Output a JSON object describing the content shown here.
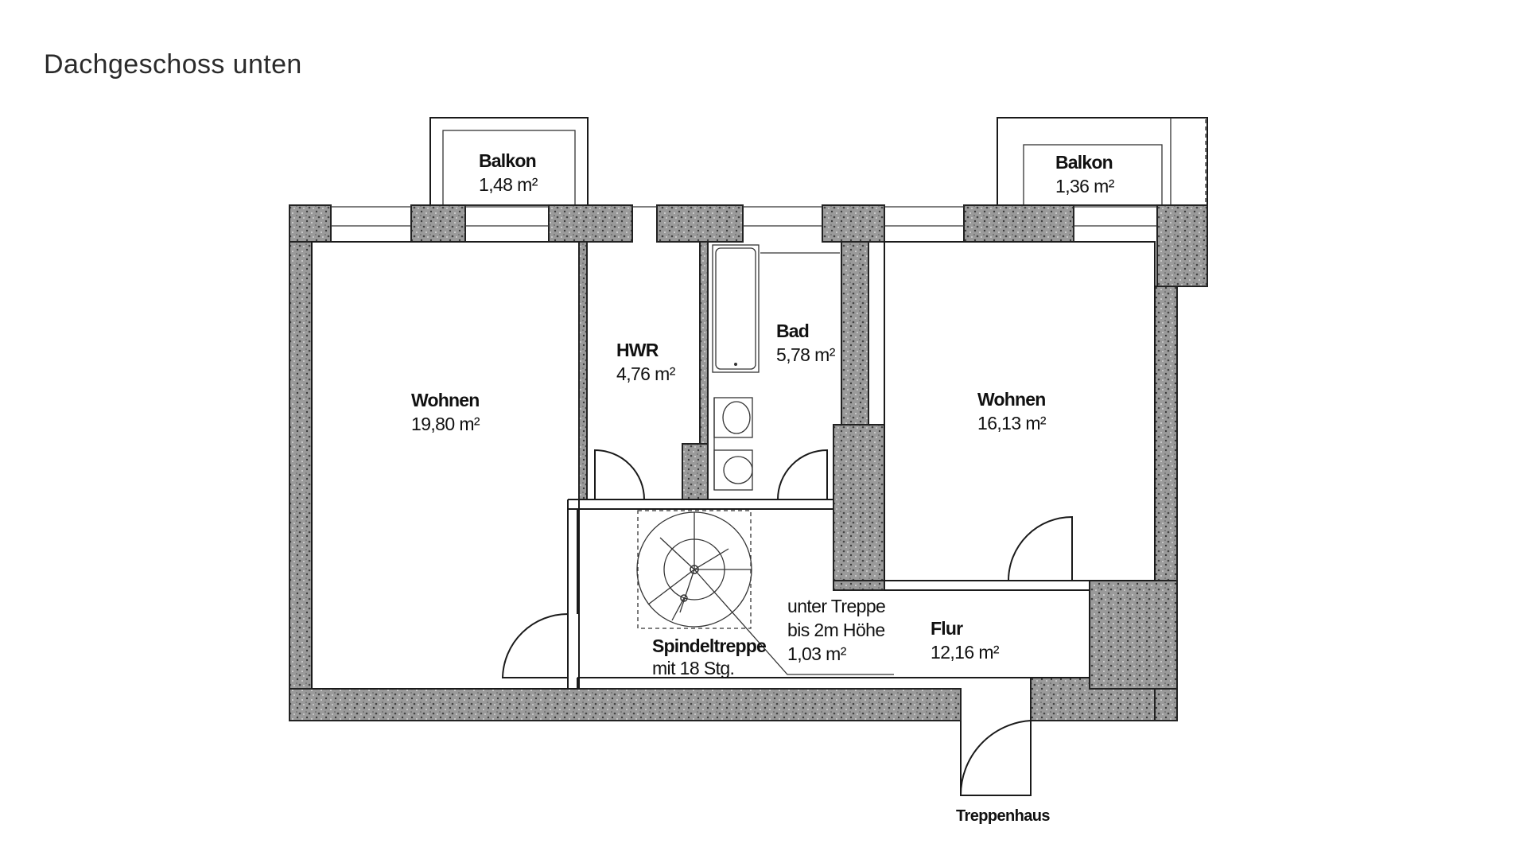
{
  "title": "Dachgeschoss unten",
  "rooms": {
    "balkon_left": {
      "name": "Balkon",
      "area": "1,48 m²"
    },
    "balkon_right": {
      "name": "Balkon",
      "area": "1,36 m²"
    },
    "wohnen_left": {
      "name": "Wohnen",
      "area": "19,80 m²"
    },
    "hwr": {
      "name": "HWR",
      "area": "4,76 m²"
    },
    "bad": {
      "name": "Bad",
      "area": "5,78 m²"
    },
    "wohnen_right": {
      "name": "Wohnen",
      "area": "16,13 m²"
    },
    "flur": {
      "name": "Flur",
      "area": "12,16 m²"
    }
  },
  "stair": {
    "line1": "Spindeltreppe",
    "line2": "mit 18 Stg."
  },
  "under_stair": {
    "line1": "unter Treppe",
    "line2": "bis 2m Höhe",
    "line3": "1,03 m²"
  },
  "exit": {
    "label": "Treppenhaus"
  }
}
